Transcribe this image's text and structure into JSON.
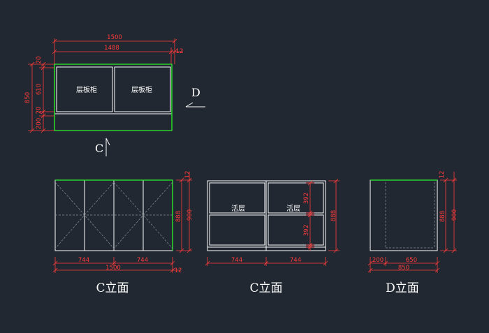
{
  "colors": {
    "background": "#212831",
    "outline": "#ffffff",
    "dimension": "#ff3b3b",
    "highlight": "#2bd12b",
    "hidden_line": "#8a8f96"
  },
  "plan": {
    "dims": {
      "total_width": "1500",
      "inner_width": "1488",
      "back_panel": "12",
      "total_depth": "850",
      "top_frame": "20",
      "shelf_depth": "610",
      "mid_frame": "20",
      "bottom_frame": "200"
    },
    "cabinet_left_label": "层板柜",
    "cabinet_right_label": "层板柜",
    "view_marker_d": "D",
    "view_marker_c": "C"
  },
  "elevation_c_doors": {
    "dims": {
      "door_width_1": "744",
      "door_width_2": "744",
      "total_width": "1500",
      "side_panel": "12",
      "top_panel": "12",
      "inner_height": "888",
      "total_height": "900"
    },
    "title": "C立面"
  },
  "elevation_c_open": {
    "dims": {
      "bay_width_1": "744",
      "bay_width_2": "744",
      "upper_shelf": "392",
      "lower_shelf": "392",
      "inner_height": "888"
    },
    "shelf_left_label": "活层",
    "shelf_right_label": "活层",
    "title": "C立面"
  },
  "elevation_d": {
    "dims": {
      "offset": "200",
      "depth": "650",
      "total_depth": "850",
      "top_panel": "12",
      "inner_height": "888",
      "total_height": "900"
    },
    "title": "D立面"
  }
}
